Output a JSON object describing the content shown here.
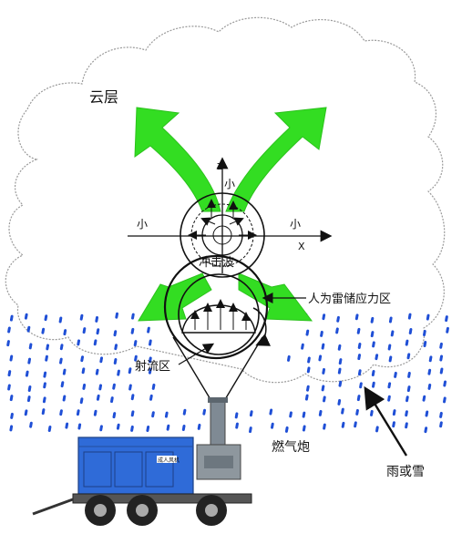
{
  "labels": {
    "cloud_layer": "云层",
    "small_top": "小",
    "small_left": "小",
    "small_right": "小",
    "axis_x": "X",
    "axis_z": "Z",
    "shockwave": "冲击波",
    "storage_zone": "人为雷储应力区",
    "jet_zone": "射流区",
    "gas_cannon": "燃气炮",
    "rain_snow": "雨或雪",
    "truck_panel": "成人风机"
  },
  "colors": {
    "green_arrow": "#33dd22",
    "rain_drop": "#1f4fd6",
    "truck_body": "#2f6bd8",
    "cloud_outline": "#9a9a9a"
  }
}
